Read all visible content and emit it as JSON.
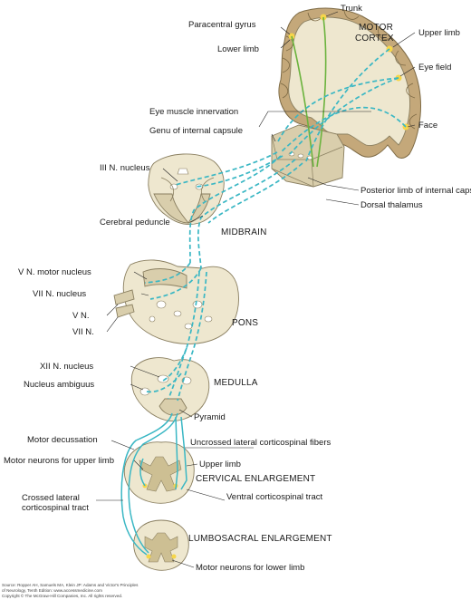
{
  "labels": {
    "trunk": "Trunk",
    "paracentral_gyrus": "Paracentral gyrus",
    "motor_cortex_line1": "MOTOR",
    "motor_cortex_line2": "CORTEX",
    "lower_limb": "Lower limb",
    "upper_limb_cortex": "Upper limb",
    "eye_field": "Eye field",
    "eye_muscle_innervation": "Eye muscle innervation",
    "genu_internal_capsule": "Genu of internal capsule",
    "face": "Face",
    "iii_n_nucleus": "III N. nucleus",
    "posterior_limb": "Posterior limb of internal capsule",
    "dorsal_thalamus": "Dorsal thalamus",
    "cerebral_peduncle": "Cerebral peduncle",
    "midbrain": "MIDBRAIN",
    "v_n_motor_nucleus": "V N. motor nucleus",
    "vii_n_nucleus": "VII N. nucleus",
    "v_n": "V N.",
    "vii_n": "VII N.",
    "pons": "PONS",
    "xii_n_nucleus": "XII N. nucleus",
    "medulla": "MEDULLA",
    "nucleus_ambiguus": "Nucleus ambiguus",
    "pyramid": "Pyramid",
    "motor_decussation": "Motor decussation",
    "uncrossed_lateral": "Uncrossed lateral corticospinal fibers",
    "motor_neurons_upper": "Motor neurons for upper limb",
    "upper_limb_cord": "Upper limb",
    "cervical_enlargement": "CERVICAL ENLARGEMENT",
    "crossed_lateral_line1": "Crossed lateral",
    "crossed_lateral_line2": "corticospinal tract",
    "ventral_corticospinal": "Ventral corticospinal tract",
    "lumbosacral_enlargement": "LUMBOSACRAL ENLARGEMENT",
    "motor_neurons_lower": "Motor neurons for lower limb"
  },
  "source": {
    "line1": "Source: Ropper AH, Samuels MA, Klein JP: Adams and Victor's Principles",
    "line2": "of Neurology, Tenth Edition: www.accessmedicine.com",
    "line3": "Copyright © The McGraw-Hill Companies, Inc. All rights reserved."
  },
  "colors": {
    "tract": "#3ab7c4",
    "lower_limb_fiber": "#6bb33e",
    "tissue": "#eee7cf",
    "cortex": "#c4a87a",
    "motor_area_spot": "#f6d64a"
  }
}
